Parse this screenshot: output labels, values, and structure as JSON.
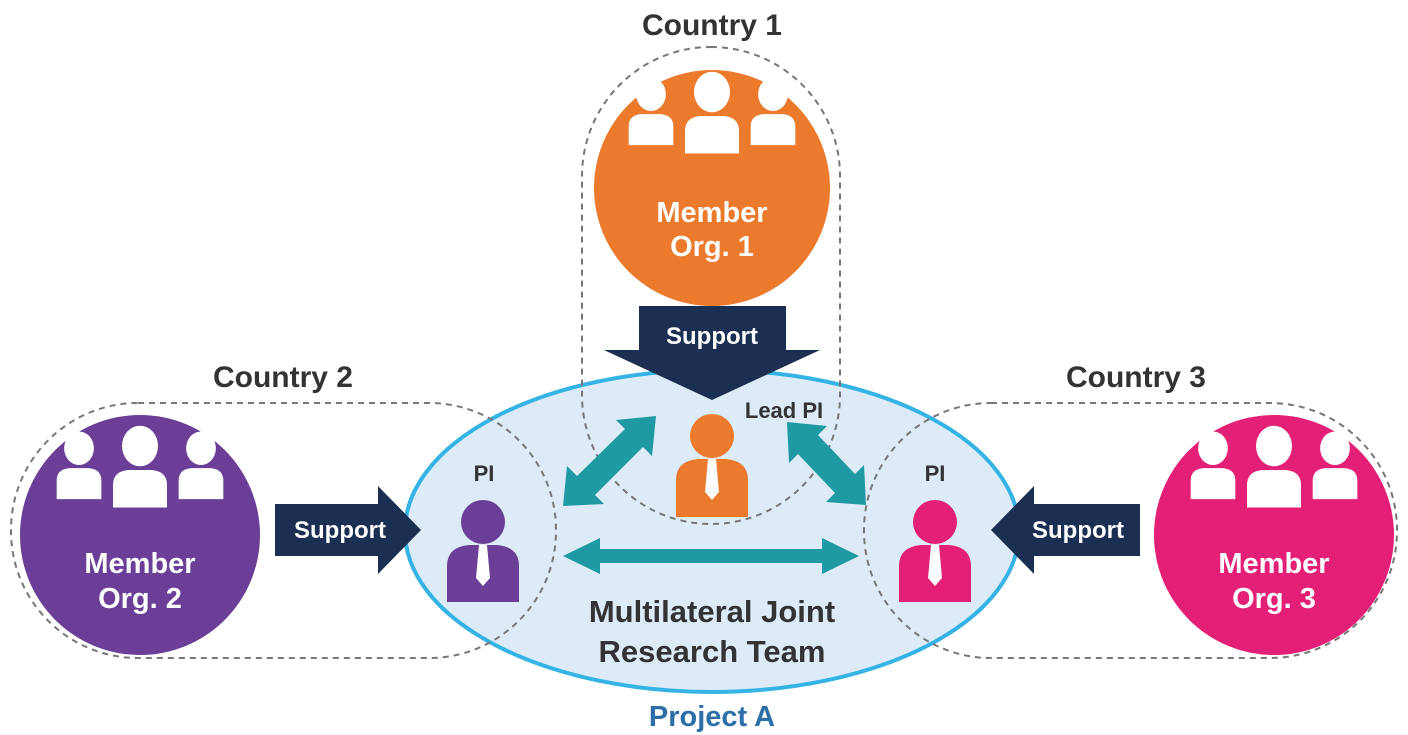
{
  "countries": [
    {
      "label": "Country 1",
      "member_line1": "Member",
      "member_line2": "Org. 1",
      "color": "#ec7a2c"
    },
    {
      "label": "Country 2",
      "member_line1": "Member",
      "member_line2": "Org. 2",
      "color": "#6b3f98"
    },
    {
      "label": "Country 3",
      "member_line1": "Member",
      "member_line2": "Org. 3",
      "color": "#e31f78"
    }
  ],
  "support_label": "Support",
  "lead_pi_label": "Lead PI",
  "pi_label": "PI",
  "team_line1": "Multilateral Joint",
  "team_line2": "Research Team",
  "project_label": "Project A",
  "colors": {
    "ellipse_fill": "#dcebf7",
    "ellipse_stroke": "#35b3e5",
    "support_arrow": "#1b2f52",
    "link_arrow": "#1f9aa3",
    "project_text": "#2c6fa8",
    "dashed_border": "#777777"
  }
}
